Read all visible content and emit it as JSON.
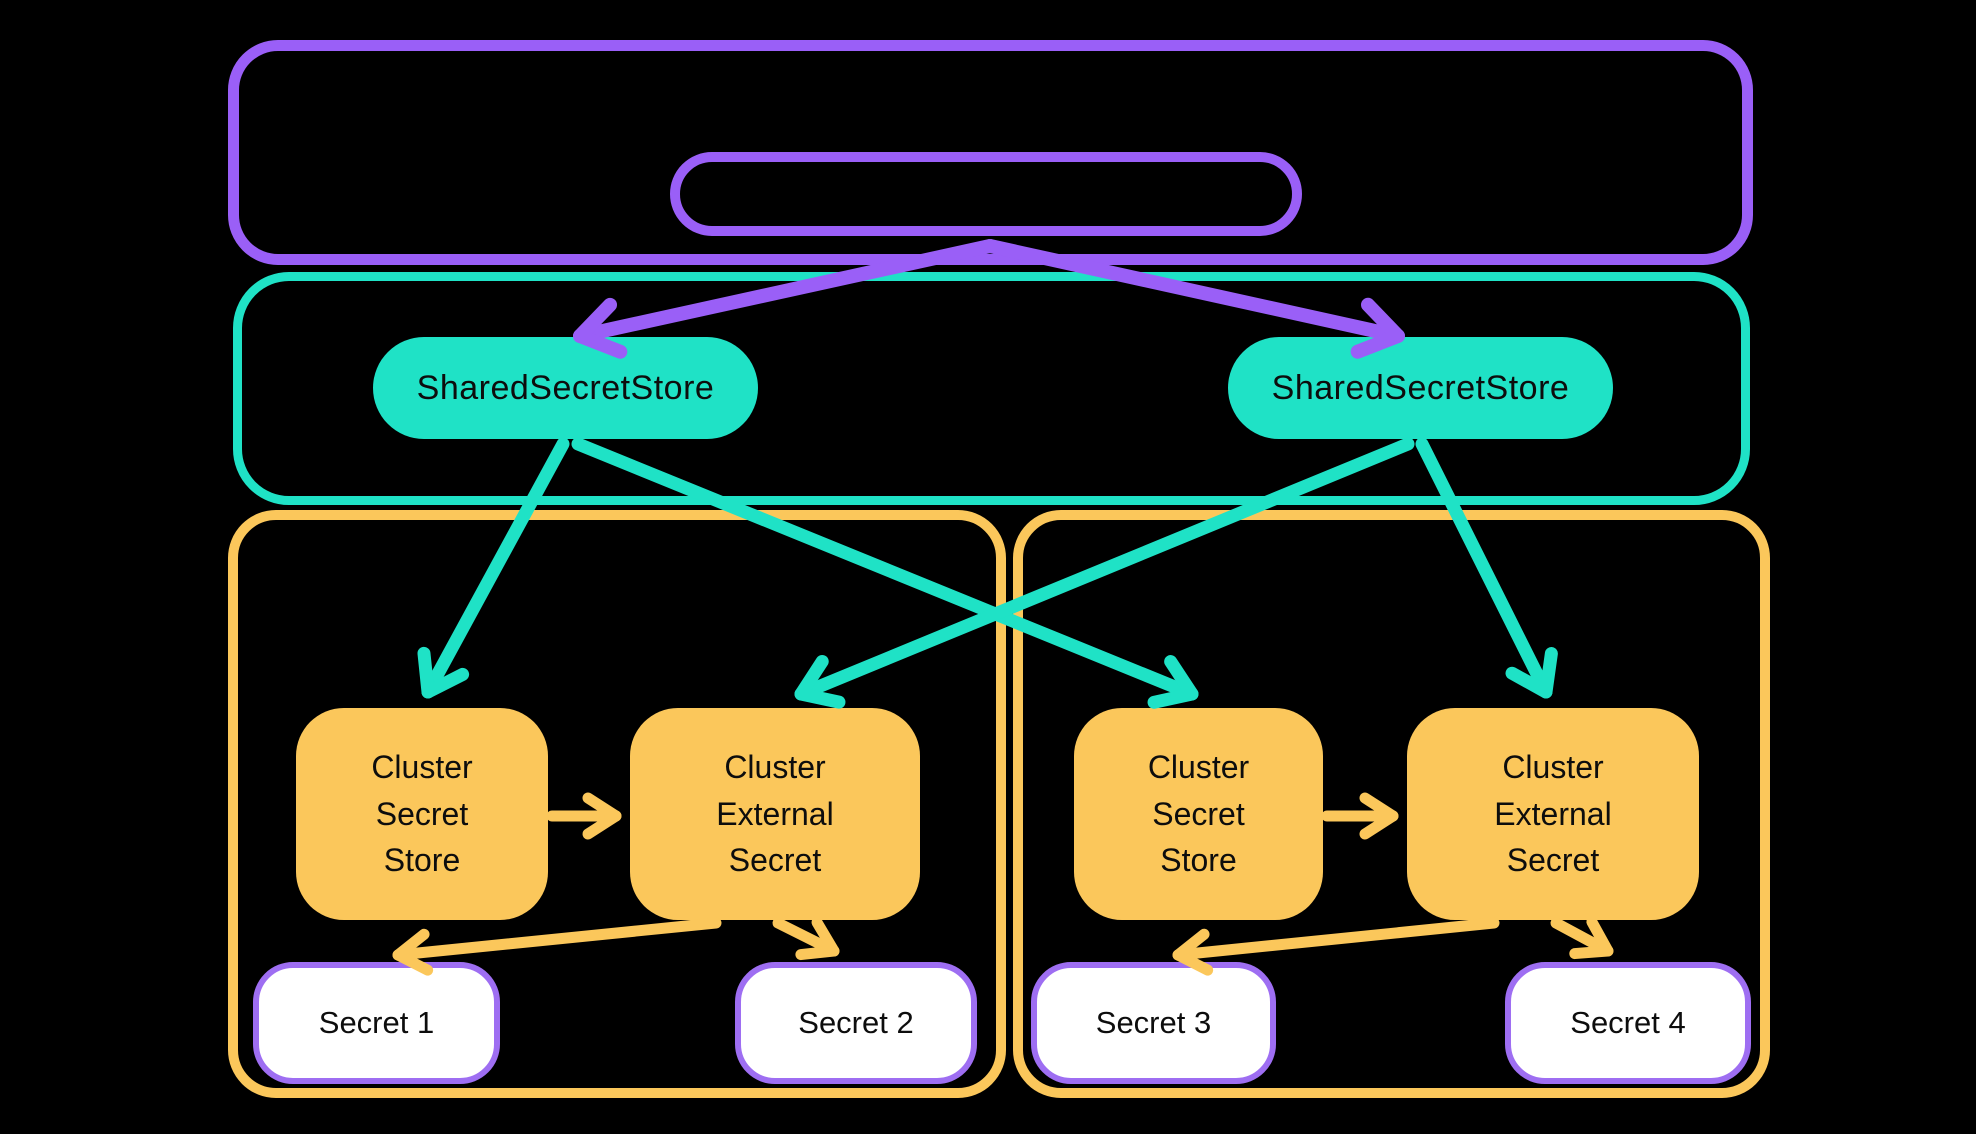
{
  "colors": {
    "purple": "#9a5ff7",
    "teal": "#1fe2c6",
    "yellow": "#fbc75b",
    "secret_pill_border": "#9e6ef2",
    "secret_pill_fill": "#ffffff",
    "text": "#0d0d0d",
    "background": "#000000"
  },
  "shared_stores": [
    {
      "label": "SharedSecretStore"
    },
    {
      "label": "SharedSecretStore"
    }
  ],
  "clusters": [
    {
      "secret_store": "Cluster\nSecret\nStore",
      "external_secret": "Cluster\nExternal\nSecret",
      "secrets": [
        "Secret 1",
        "Secret 2"
      ]
    },
    {
      "secret_store": "Cluster\nSecret\nStore",
      "external_secret": "Cluster\nExternal\nSecret",
      "secrets": [
        "Secret 3",
        "Secret 4"
      ]
    }
  ],
  "connections": [
    {
      "from": "top-pill",
      "to": "shared-secret-store-left",
      "color": "#9a5ff7"
    },
    {
      "from": "top-pill",
      "to": "shared-secret-store-right",
      "color": "#9a5ff7"
    },
    {
      "from": "shared-secret-store-left",
      "to": "cluster-a-secret-store",
      "color": "#1fe2c6"
    },
    {
      "from": "shared-secret-store-left",
      "to": "cluster-b-secret-store",
      "color": "#1fe2c6"
    },
    {
      "from": "shared-secret-store-right",
      "to": "cluster-a-external-secret",
      "color": "#1fe2c6"
    },
    {
      "from": "shared-secret-store-right",
      "to": "cluster-b-external-secret",
      "color": "#1fe2c6"
    },
    {
      "from": "cluster-a-secret-store",
      "to": "cluster-a-external-secret",
      "color": "#fbc75b"
    },
    {
      "from": "cluster-b-secret-store",
      "to": "cluster-b-external-secret",
      "color": "#fbc75b"
    },
    {
      "from": "cluster-a-external-secret",
      "to": "secret-1",
      "color": "#fbc75b"
    },
    {
      "from": "cluster-a-external-secret",
      "to": "secret-2",
      "color": "#fbc75b"
    },
    {
      "from": "cluster-b-external-secret",
      "to": "secret-3",
      "color": "#fbc75b"
    },
    {
      "from": "cluster-b-external-secret",
      "to": "secret-4",
      "color": "#fbc75b"
    }
  ]
}
